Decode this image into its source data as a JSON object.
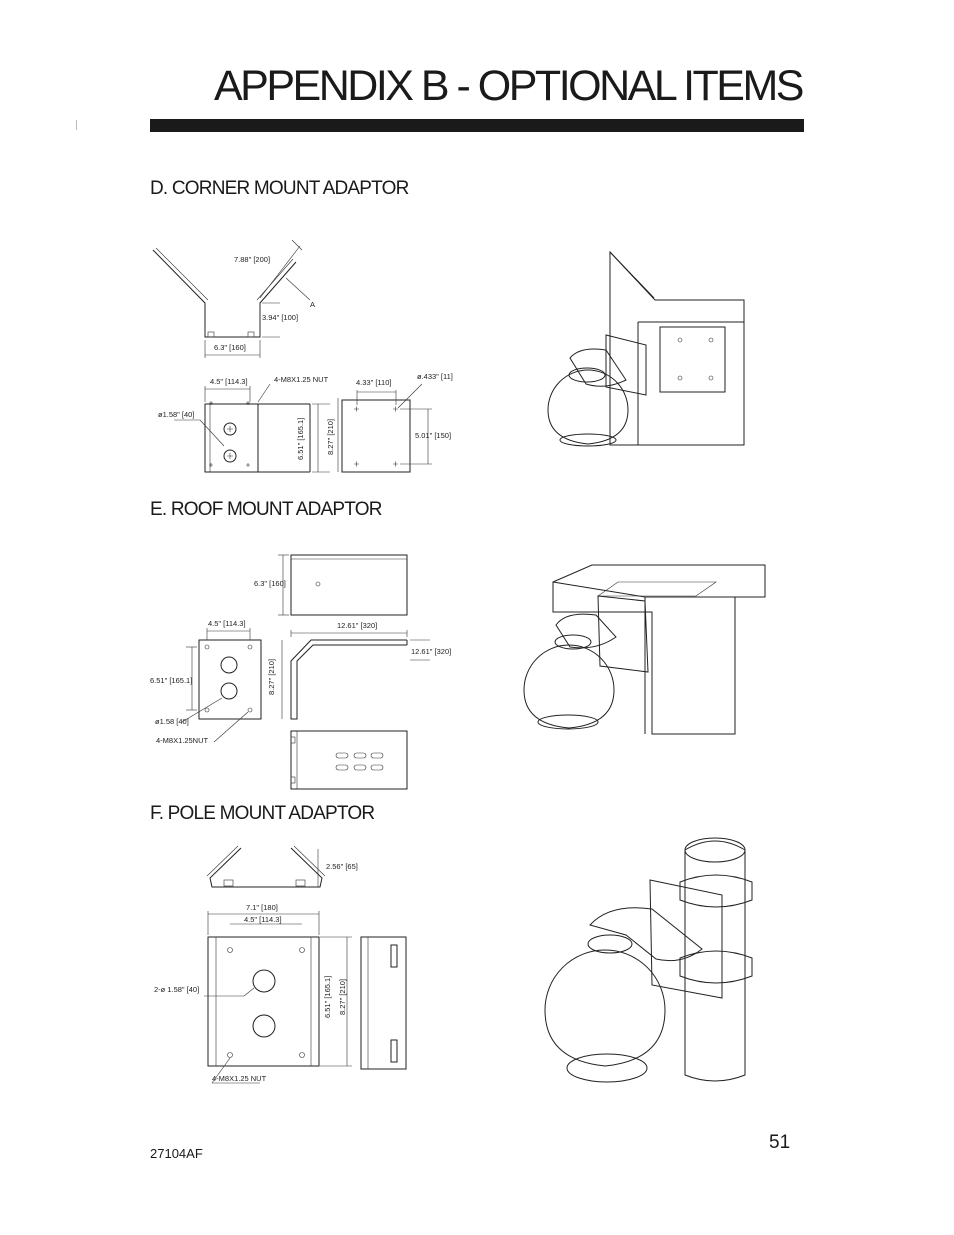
{
  "page": {
    "title": "APPENDIX B - OPTIONAL ITEMS",
    "page_number": "51",
    "document_code": "27104AF"
  },
  "sections": {
    "corner": {
      "heading": "D.  CORNER MOUNT ADAPTOR",
      "dims": {
        "d1": "7.88\" [200]",
        "label_a": "A",
        "d2": "3.94\" [100]",
        "d3": "6.3\" [160]",
        "d4": "4.5\" [114.3]",
        "d5": "4-M8X1.25 NUT",
        "d6": "4.33\" [110]",
        "d7": "ø.433\" [11]",
        "d8": "ø1.58\" [40]",
        "d9": "6.51\" [165.1]",
        "d10": "8.27\" [210]",
        "d11": "5.01\" [150]"
      }
    },
    "roof": {
      "heading": "E.  ROOF MOUNT ADAPTOR",
      "dims": {
        "d1": "6.3\" [160]",
        "d2": "4.5\" [114.3]",
        "d3": "12.61\" [320]",
        "d4": "12.61\" [320]",
        "d5": "6.51\" [165.1]",
        "d6": "8.27\" [210]",
        "d7": "ø1.58 [40]",
        "d8": "4-M8X1.25NUT"
      }
    },
    "pole": {
      "heading": "F.  POLE MOUNT ADAPTOR",
      "dims": {
        "d1": "2.56\" [65]",
        "d2": "7.1\" [180]",
        "d3": "4.5\" [114.3]",
        "d4": "2-ø 1.58\" [40]",
        "d5": "6.51\" [165.1]",
        "d6": "8.27\" [210]",
        "d7": "4-M8X1.25 NUT"
      }
    }
  }
}
